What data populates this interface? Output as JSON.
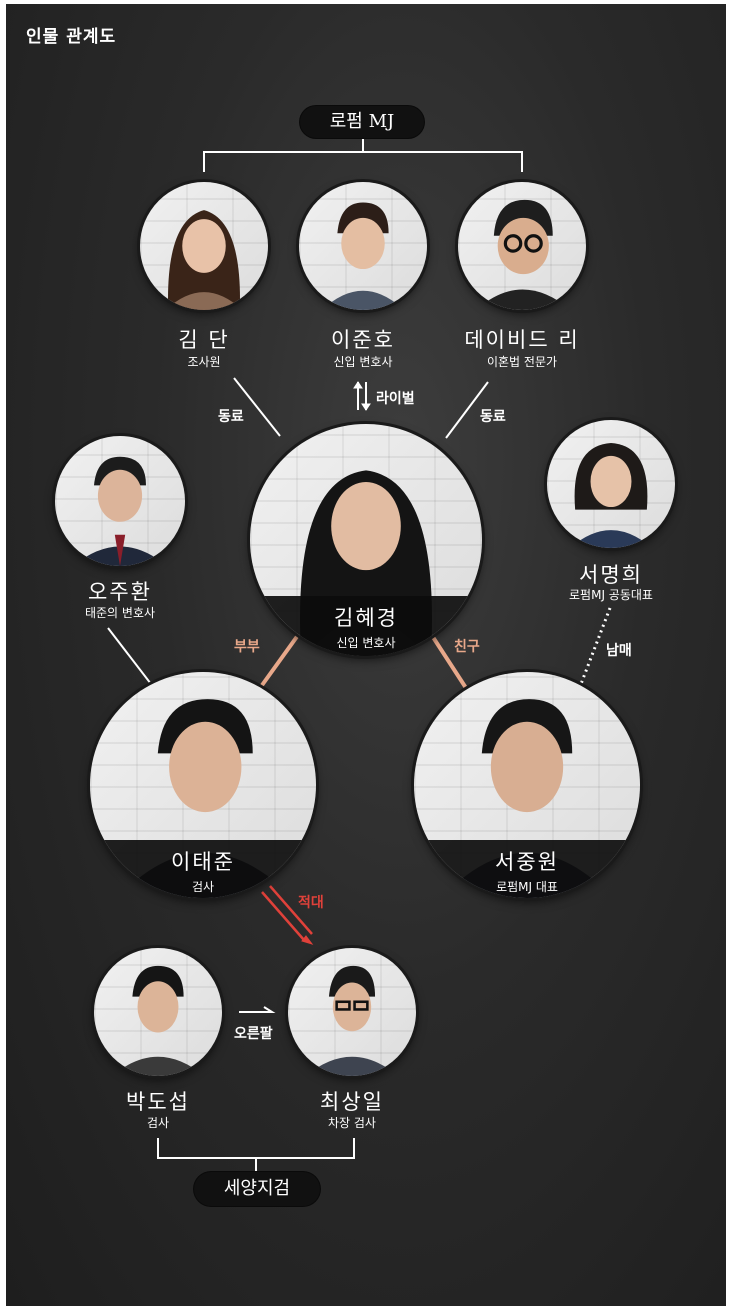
{
  "header": {
    "title": "인물 관계도"
  },
  "groups": {
    "top": "로펌 MJ",
    "bottom": "세양지검"
  },
  "people": {
    "kim_dan": {
      "name": "김 단",
      "role": "조사원"
    },
    "lee_junho": {
      "name": "이준호",
      "role": "신입 변호사"
    },
    "david_lee": {
      "name": "데이비드 리",
      "role": "이혼법 전문가"
    },
    "oh_juhwan": {
      "name": "오주환",
      "role": "태준의 변호사"
    },
    "kim_hyekyung": {
      "name": "김혜경",
      "role": "신입 변호사"
    },
    "seo_myunghee": {
      "name": "서명희",
      "role": "로펌MJ 공동대표"
    },
    "lee_taejun": {
      "name": "이태준",
      "role": "검사"
    },
    "seo_joongwon": {
      "name": "서중원",
      "role": "로펌MJ 대표"
    },
    "park_dosub": {
      "name": "박도섭",
      "role": "검사"
    },
    "choi_sangil": {
      "name": "최상일",
      "role": "차장 검사"
    }
  },
  "relations": {
    "colleague_left": "동료",
    "colleague_right": "동료",
    "rival": "라이벌",
    "spouse": "부부",
    "friend": "친구",
    "siblings": "남매",
    "enemy": "적대",
    "right_hand": "오른팔"
  },
  "colors": {
    "spouse": "#e8a88a",
    "friend": "#e8a88a",
    "enemy": "#e0413a",
    "background": "#2a2a2a"
  }
}
